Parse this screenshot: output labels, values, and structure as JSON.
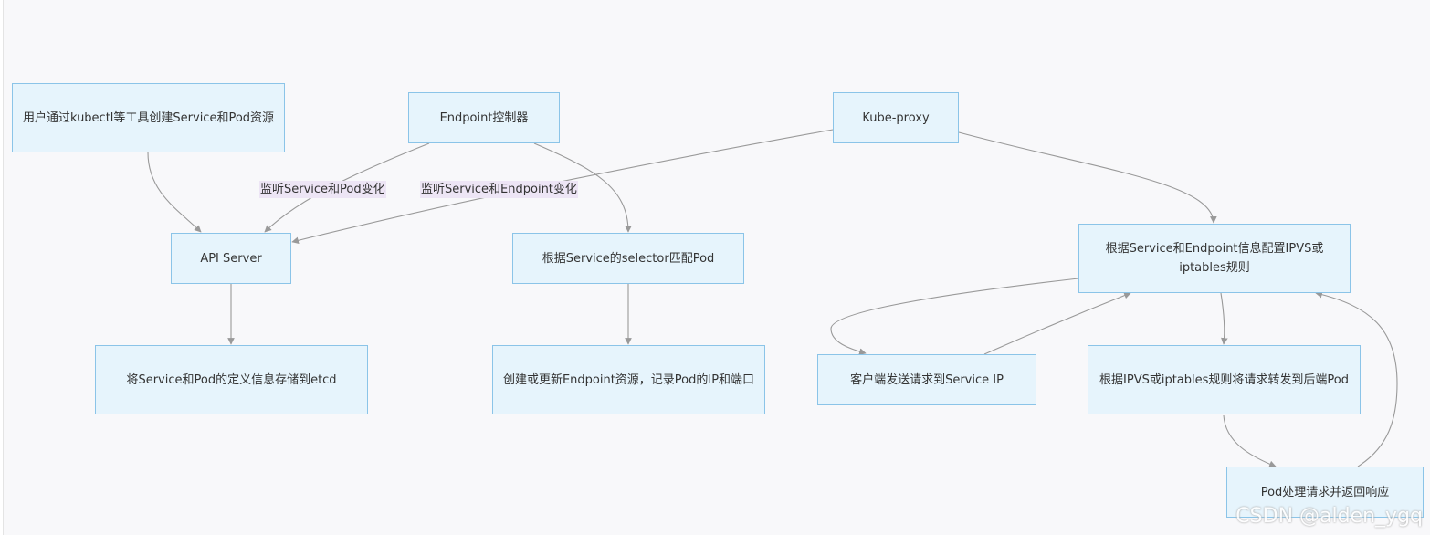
{
  "nodes": {
    "user_create": "用户通过kubectl等工具创建Service和Pod资源",
    "endpoint_controller": "Endpoint控制器",
    "kube_proxy": "Kube-proxy",
    "api_server": "API Server",
    "match_pod": "根据Service的selector匹配Pod",
    "config_ipvs": "根据Service和Endpoint信息配置IPVS或iptables规则",
    "store_etcd": "将Service和Pod的定义信息存储到etcd",
    "update_endpoint": "创建或更新Endpoint资源，记录Pod的IP和端口",
    "client_request": "客户端发送请求到Service IP",
    "forward_pod": "根据IPVS或iptables规则将请求转发到后端Pod",
    "pod_respond": "Pod处理请求并返回响应"
  },
  "edge_labels": {
    "watch_service_pod": "监听Service和Pod变化",
    "watch_service_endpoint": "监听Service和Endpoint变化"
  },
  "colors": {
    "node_fill": "#e6f4fc",
    "node_border": "#8bc4e8",
    "edge": "#999999",
    "label_bg": "#ede5f5"
  },
  "watermark": "CSDN @alden_ygq"
}
